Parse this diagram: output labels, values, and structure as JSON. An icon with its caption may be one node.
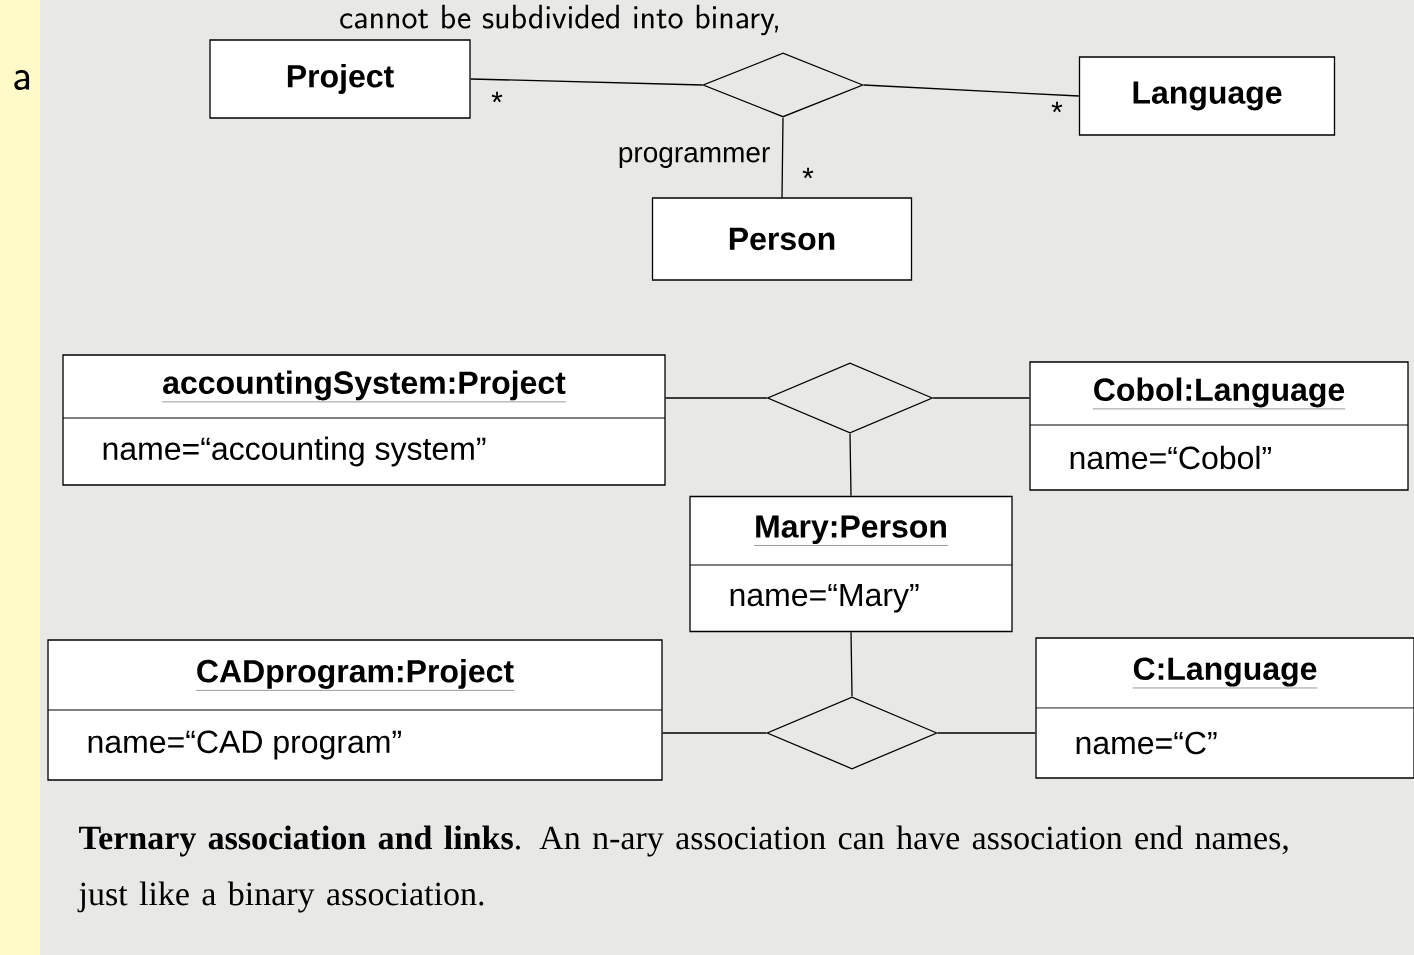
{
  "diagram": {
    "caption": "**Ternary association and links**. An n-ary association can have association end names, just like a binary association.",
    "nodes": [
      {
        "text": [
          "Project"
        ]
      },
      {
        "text": [],
        "shape": "diamond"
      },
      {
        "text": [
          "Language"
        ]
      },
      {
        "text": [
          "Person"
        ]
      },
      {
        "text": [
          "accountingSystem:Project",
          "name=“accounting system”"
        ]
      },
      {
        "text": [],
        "shape": "diamond"
      },
      {
        "text": [
          "Cobol:Language",
          "name=“Cobol”"
        ]
      },
      {
        "text": [
          "Mary:Person",
          "name=“Mary”"
        ]
      },
      {
        "text": [
          "CADprogram:Project",
          "name=“CAD program”"
        ]
      },
      {
        "text": [],
        "shape": "diamond"
      },
      {
        "text": [
          "C:Language",
          "name=“C”"
        ]
      }
    ],
    "edges": [
      {
        "from": 0,
        "to": 1,
        "arrow": "none"
      },
      {
        "from": 1,
        "to": 2,
        "arrow": "none"
      },
      {
        "from": 1,
        "to": 3,
        "arrow": "none",
        "label": "programmer"
      },
      {
        "from": 4,
        "to": 5,
        "arrow": "none"
      },
      {
        "from": 5,
        "to": 6,
        "arrow": "none"
      },
      {
        "from": 5,
        "to": 7,
        "arrow": "none"
      },
      {
        "from": 7,
        "to": 9,
        "arrow": "none"
      },
      {
        "from": 8,
        "to": 9,
        "arrow": "none"
      },
      {
        "from": 9,
        "to": 10,
        "arrow": "none"
      }
    ],
    "labels": [
      "cannot be subdivided into binary,",
      "a",
      "*",
      "*",
      "*"
    ]
  }
}
